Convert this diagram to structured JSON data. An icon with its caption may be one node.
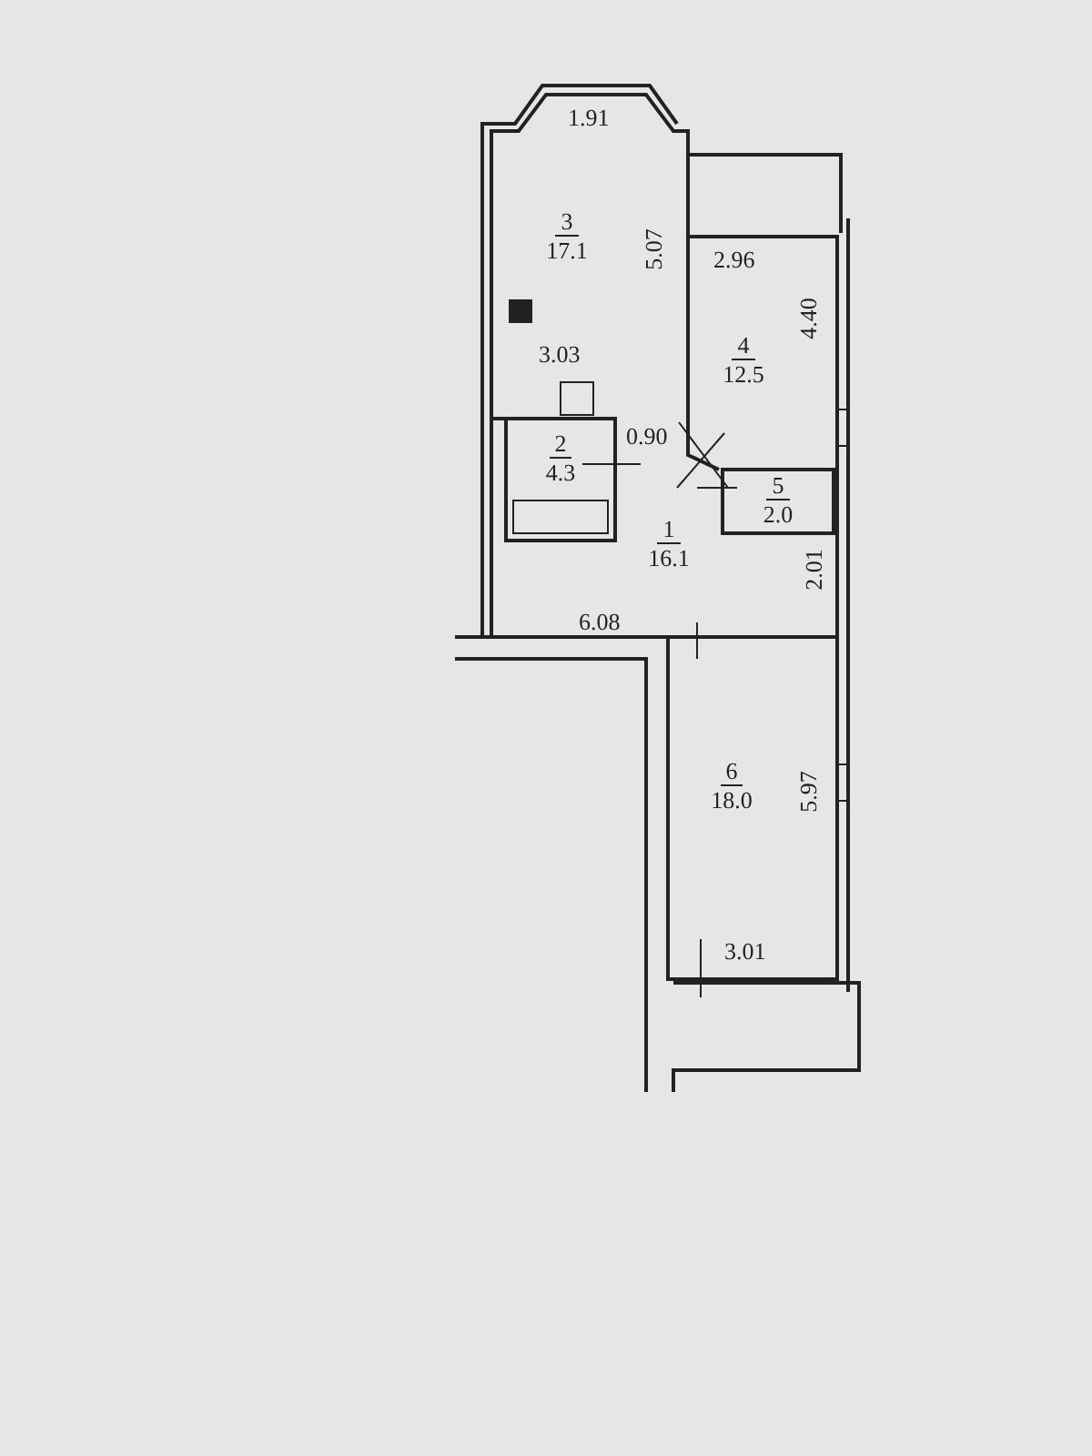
{
  "diagram": {
    "nodes": [
      {
        "text": [
          "3",
          "17.1"
        ]
      },
      {
        "text": [
          "4",
          "12.5"
        ]
      },
      {
        "text": [
          "2",
          "4.3"
        ]
      },
      {
        "text": [
          "5",
          "2.0"
        ]
      },
      {
        "text": [
          "1",
          "16.1"
        ]
      },
      {
        "text": [
          "6",
          "18.0"
        ]
      }
    ],
    "edges": [],
    "labels": [
      "1.91",
      "2.96",
      "5.07",
      "4.40",
      "3.03",
      "0.90",
      "2.01",
      "6.08",
      "5.97",
      "3.01"
    ]
  }
}
